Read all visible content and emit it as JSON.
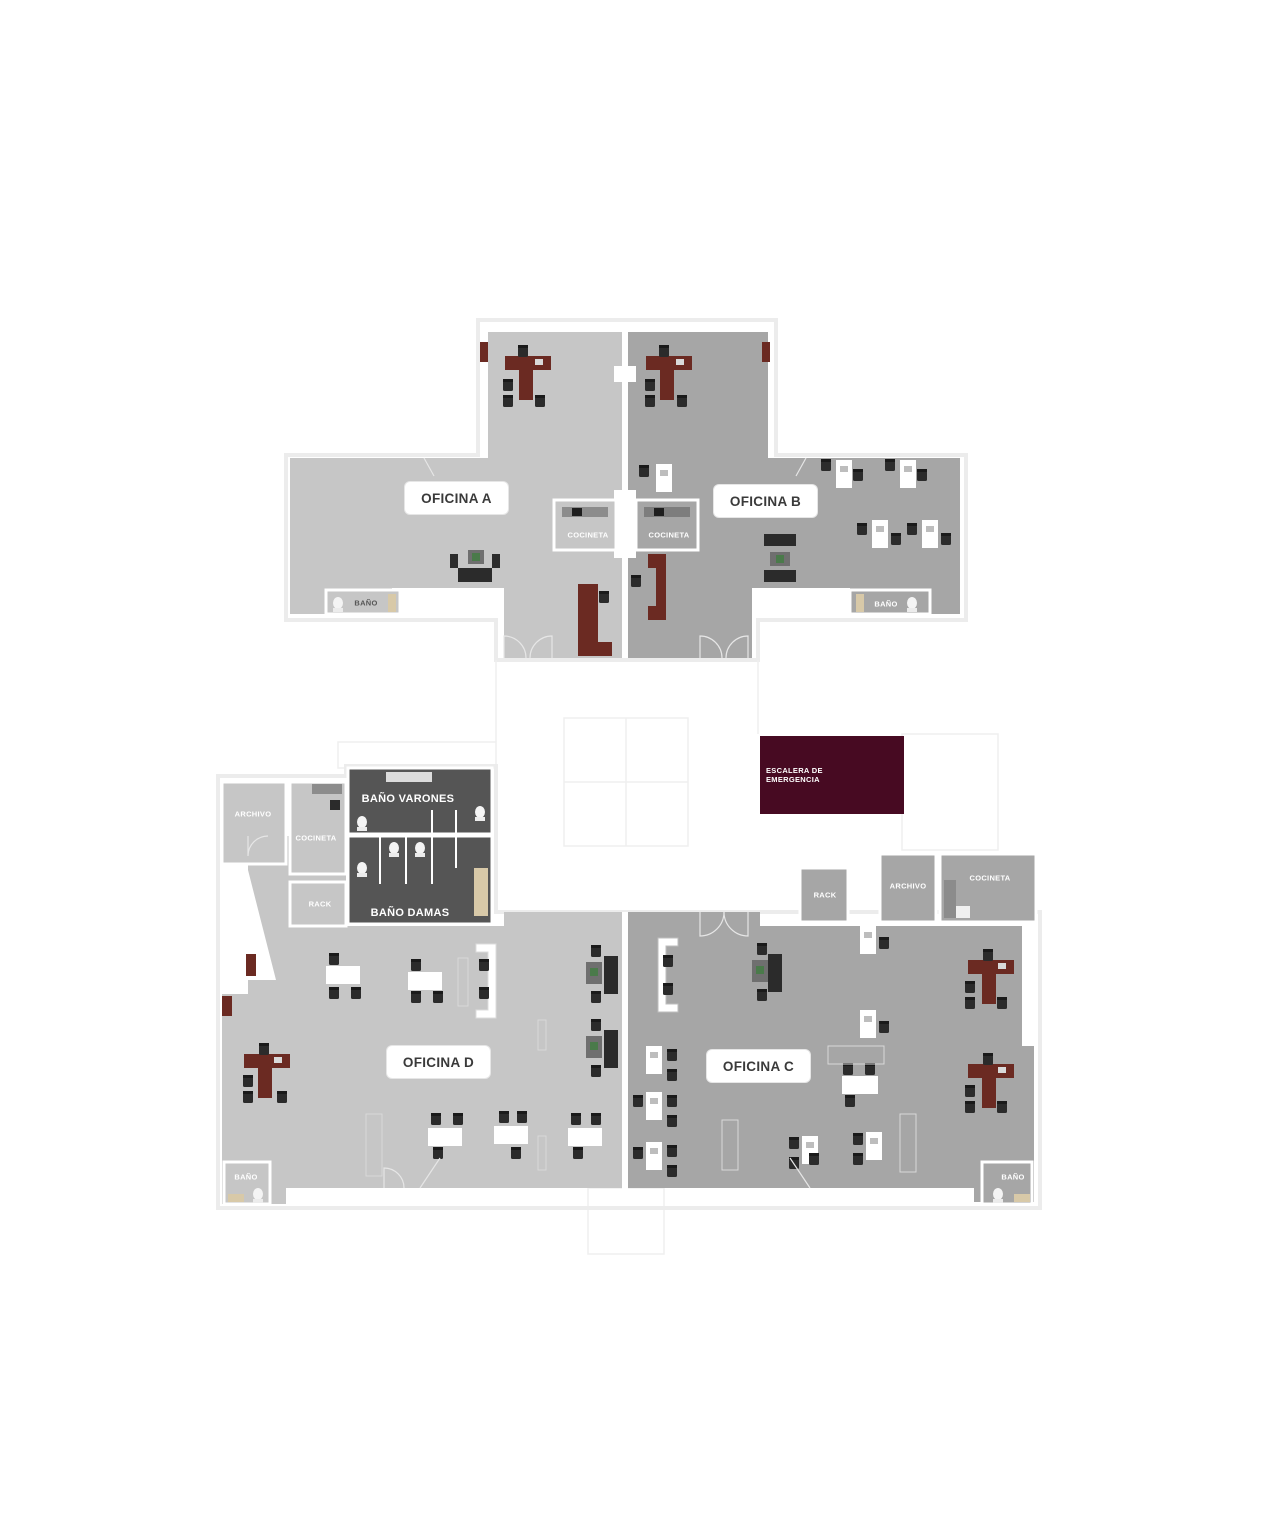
{
  "colors": {
    "office_light": "#c6c6c6",
    "office_dark": "#a6a6a6",
    "bath_dark": "#555555",
    "stair_accent": "#470a22",
    "furniture_wood": "#6b2a22",
    "chair": "#2b2b2b",
    "wall": "#ffffff",
    "outline": "#e9e9e9"
  },
  "offices": {
    "a": {
      "label": "OFICINA A"
    },
    "b": {
      "label": "OFICINA B"
    },
    "c": {
      "label": "OFICINA C"
    },
    "d": {
      "label": "OFICINA D"
    }
  },
  "rooms": {
    "cocineta_a": "COCINETA",
    "cocineta_b": "COCINETA",
    "bano_a": "BAÑO",
    "bano_b": "BAÑO",
    "archivo_d": "ARCHIVO",
    "cocineta_d": "COCINETA",
    "rack_d": "RACK",
    "bano_varones": "BAÑO VARONES",
    "bano_damas": "BAÑO DAMAS",
    "rack_c": "RACK",
    "archivo_c": "ARCHIVO",
    "cocineta_c": "COCINETA",
    "bano_d": "BAÑO",
    "bano_c": "BAÑO",
    "escalera_line1": "ESCALERA DE",
    "escalera_line2": "EMERGENCIA"
  },
  "icons": {
    "desk": "executive-desk-icon",
    "chair": "office-chair-icon",
    "sofa": "sofa-icon",
    "toilet": "toilet-icon",
    "door": "door-swing-icon",
    "plant": "plant-icon",
    "workstation": "workstation-desk-icon"
  }
}
